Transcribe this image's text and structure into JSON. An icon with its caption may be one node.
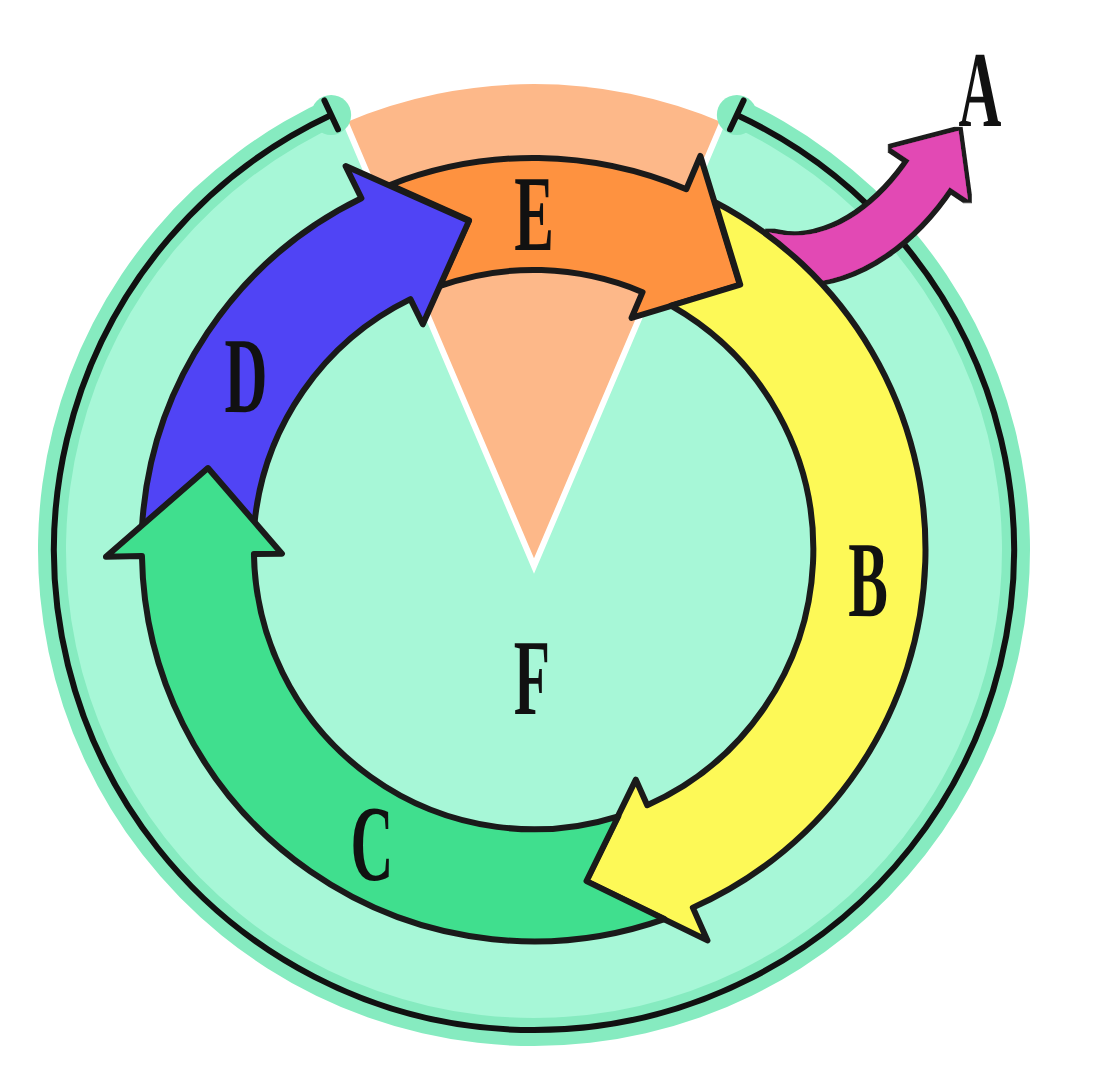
{
  "diagram": {
    "nodes": [
      {
        "text": [
          "A"
        ]
      },
      {
        "text": [
          "F"
        ]
      },
      {
        "text": [
          "E"
        ],
        "in": 1
      },
      {
        "text": [
          "D"
        ],
        "in": 1
      },
      {
        "text": [
          "B"
        ],
        "in": 1
      },
      {
        "text": [
          "C"
        ],
        "in": 1
      }
    ],
    "edges": [
      {
        "from": 4,
        "to": 0,
        "arrow": "to",
        "color": "#e24ab4"
      }
    ]
  }
}
